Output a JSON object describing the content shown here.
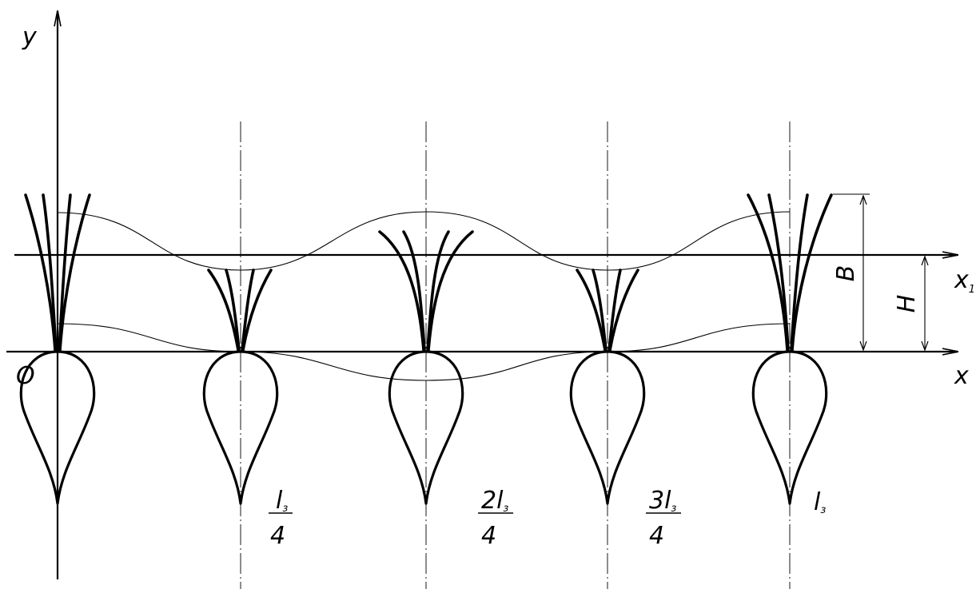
{
  "axes": {
    "y_label": "y",
    "x_label": "x",
    "x1_label": "x",
    "x1_subscript": "1",
    "origin_label": "O"
  },
  "dimensions": {
    "B_label": "B",
    "H_label": "H"
  },
  "positions": [
    {
      "numerator": "l",
      "subscript": "з",
      "denominator": "4",
      "fraction": true
    },
    {
      "numerator": "2l",
      "subscript": "з",
      "denominator": "4",
      "fraction": true
    },
    {
      "numerator": "3l",
      "subscript": "з",
      "denominator": "4",
      "fraction": true
    },
    {
      "numerator": "l",
      "subscript": "з",
      "denominator": "",
      "fraction": false
    }
  ],
  "colors": {
    "ink": "#000000",
    "background": "#ffffff"
  }
}
